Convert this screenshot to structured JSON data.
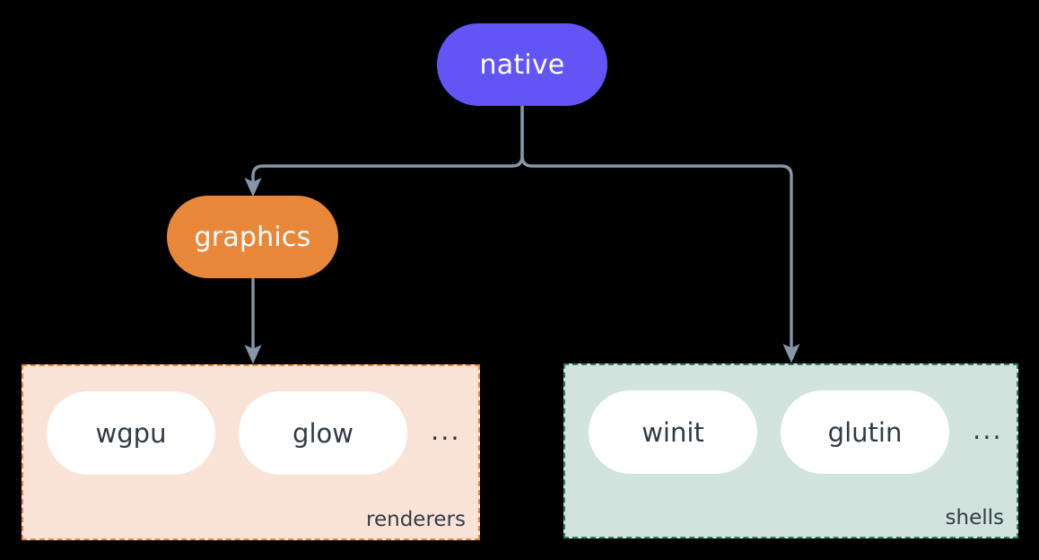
{
  "diagram": {
    "background": "#000000",
    "connector_color": "#8496a8",
    "nodes": {
      "native": {
        "label": "native",
        "color": "#6254f5",
        "text_color": "#ffffff"
      },
      "graphics": {
        "label": "graphics",
        "color": "#e8873a",
        "text_color": "#ffffff"
      }
    },
    "groups": [
      {
        "id": "renderers",
        "label": "renderers",
        "fill": "#f9e3d6",
        "border": "#e8873a",
        "items": [
          "wgpu",
          "glow"
        ],
        "more": "..."
      },
      {
        "id": "shells",
        "label": "shells",
        "fill": "#d2e3de",
        "border": "#2f8073",
        "items": [
          "winit",
          "glutin"
        ],
        "more": "..."
      }
    ],
    "edges": [
      {
        "from": "native",
        "to": "graphics"
      },
      {
        "from": "native",
        "to": "shells"
      },
      {
        "from": "graphics",
        "to": "renderers"
      }
    ]
  }
}
